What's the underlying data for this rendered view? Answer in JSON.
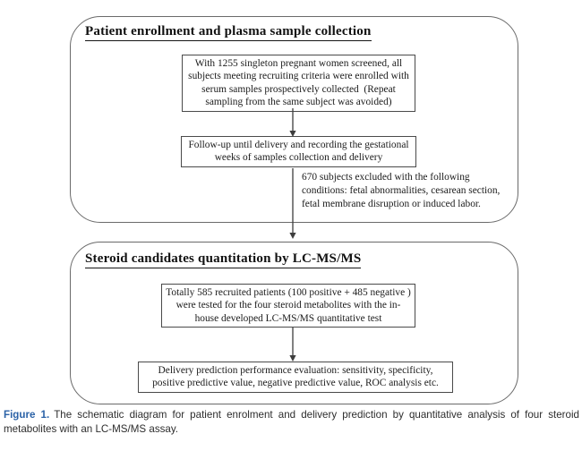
{
  "colors": {
    "caption_label": "#2b62a7",
    "diagram_line": "#3d3d3d",
    "panel_border": "#6a6a6a",
    "box_border": "#4a4a4a",
    "text": "#1b1b1b"
  },
  "diagram": {
    "panels": [
      {
        "title": "Patient enrollment and plasma sample collection",
        "boxes": [
          "With 1255 singleton pregnant women screened, all subjects meeting recruiting criteria were enrolled with serum samples prospectively collected  (Repeat sampling from the same subject was avoided)",
          "Follow-up until delivery and recording the gestational weeks of samples collection and delivery"
        ],
        "note": "670 subjects excluded with the following conditions: fetal abnormalities, cesarean section, fetal membrane disruption or induced labor."
      },
      {
        "title": "Steroid candidates quantitation by LC-MS/MS",
        "boxes": [
          "Totally 585 recruited patients (100 positive + 485 negative ) were tested for the four steroid metabolites with the in-house developed LC-MS/MS quantitative test",
          "Delivery prediction performance evaluation: sensitivity, specificity, positive predictive value, negative predictive value, ROC analysis etc."
        ]
      }
    ]
  },
  "caption": {
    "label": "Figure 1.",
    "text": "The schematic diagram for patient enrolment and delivery prediction by quantitative analysis of four steroid metabolites with an LC-MS/MS assay."
  }
}
